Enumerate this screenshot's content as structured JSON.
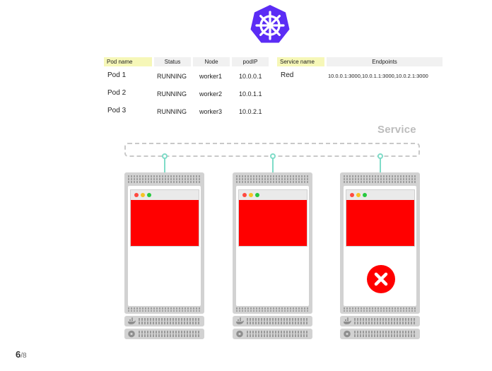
{
  "table": {
    "pod_headers": [
      "Pod name",
      "Status",
      "Node",
      "podIP"
    ],
    "pods": [
      {
        "name": "Pod 1",
        "status": "RUNNING",
        "node": "worker1",
        "ip": "10.0.0.1"
      },
      {
        "name": "Pod 2",
        "status": "RUNNING",
        "node": "worker2",
        "ip": "10.0.1.1"
      },
      {
        "name": "Pod 3",
        "status": "RUNNING",
        "node": "worker3",
        "ip": "10.0.2.1"
      }
    ],
    "service_headers": [
      "Service name",
      "Endpoints"
    ],
    "service_row": {
      "name": "Red",
      "endpoints": "10.0.0.1:3000,10.0.1.1:3000,10.0.2.1:3000"
    }
  },
  "service_label": "Service",
  "pagination": {
    "current": "6",
    "total": "/8"
  },
  "colors": {
    "kubernetes_blue": "#5b2cf5",
    "pod_app": "#ff0000",
    "connection": "#7fdcc8",
    "error": "#ff0000",
    "header_highlight": "#f6f7b8"
  },
  "icons": [
    "kubernetes-logo-icon",
    "error-x-icon",
    "docker-whale-icon",
    "disk-icon"
  ]
}
